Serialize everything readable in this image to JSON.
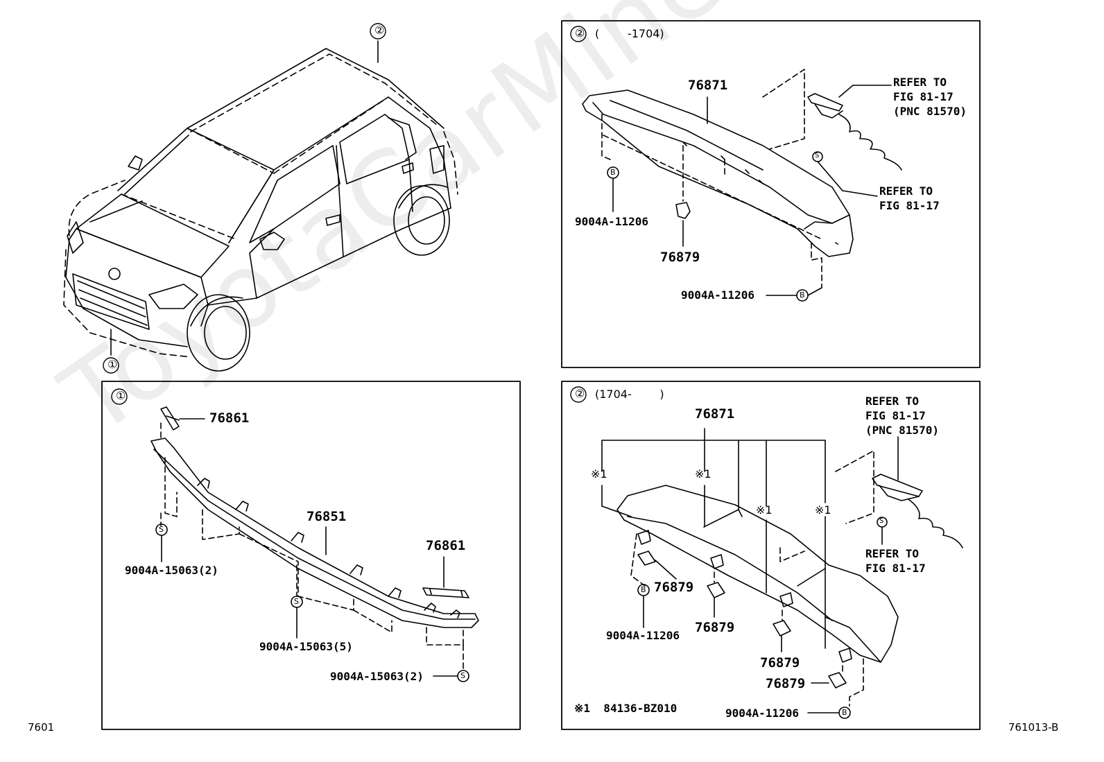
{
  "watermark": "ToyotaCarMine.ru",
  "footer": {
    "left": "7601",
    "right": "761013-B"
  },
  "overview": {
    "callout_1": "①",
    "callout_2": "②"
  },
  "panel_front": {
    "marker": "①",
    "parts": {
      "p76861_top": "76861",
      "p76851": "76851",
      "p76861_right": "76861",
      "clip_left": "9004A-15063(2)",
      "clip_mid": "9004A-15063(5)",
      "clip_right": "9004A-15063(2)"
    }
  },
  "panel_spoiler_a": {
    "marker": "②",
    "range": "(        -1704)",
    "parts": {
      "p76871": "76871",
      "p76879": "76879",
      "bolt_left": "9004A-11206",
      "bolt_right": "9004A-11206"
    },
    "refer_1": "REFER TO\nFIG 81-17\n(PNC 81570)",
    "refer_2": "REFER TO\nFIG 81-17"
  },
  "panel_spoiler_b": {
    "marker": "②",
    "range": "(1704-        )",
    "parts": {
      "p76871": "76871",
      "p76879_a": "76879",
      "p76879_b": "76879",
      "p76879_c": "76879",
      "p76879_d": "76879",
      "bolt_left": "9004A-11206",
      "bolt_right": "9004A-11206",
      "mark_1": "※1",
      "mark_2": "※1",
      "mark_3": "※1",
      "mark_4": "※1"
    },
    "refer_1": "REFER TO\nFIG 81-17\n(PNC 81570)",
    "refer_2": "REFER TO\nFIG 81-17",
    "note": "※1  84136-BZ010"
  },
  "symbols": {
    "s": "S",
    "b": "B"
  }
}
